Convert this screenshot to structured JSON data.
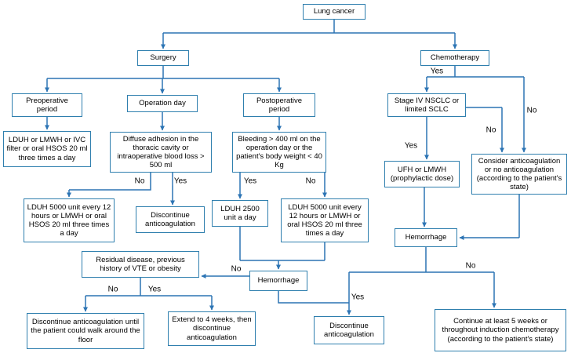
{
  "labels": {
    "yes": "Yes",
    "no": "No"
  },
  "nodes": {
    "lung_cancer": "Lung cancer",
    "surgery": "Surgery",
    "chemotherapy": "Chemotherapy",
    "preoperative": "Preoperative period",
    "operation_day": "Operation day",
    "postoperative": "Postoperative period",
    "stage_iv": "Stage IV NSCLC or limited SCLC",
    "preop_treatment": "LDUH or LMWH or IVC filter or oral HSOS 20 ml three times a day",
    "diffuse_adhesion": "Diffuse adhesion in the thoracic cavity or intraoperative blood loss > 500 ml",
    "bleeding": "Bleeding > 400 ml on the operation day or the patient's body weight < 40 Kg",
    "ufh_lmwh": "UFH or LMWH (prophylactic dose)",
    "consider_anticoag": "Consider anticoagulation or no anticoagulation (according to the patient's state)",
    "lduh_5000_surgery": "LDUH 5000 unit every 12 hours or LMWH or oral HSOS 20 ml three times a day",
    "discontinue_surgery": "Discontinue anticoagulation",
    "lduh_2500": "LDUH 2500 unit a day",
    "lduh_5000_postop": "LDUH 5000 unit every 12 hours or LMWH or oral HSOS 20 ml three times a day",
    "hemorrhage_chemo": "Hemorrhage",
    "residual_disease": "Residual disease, previous history of VTE or obesity",
    "hemorrhage_postop": "Hemorrhage",
    "discontinue_walk": "Discontinue anticoagulation until the patient could walk around the floor",
    "extend_4_weeks": "Extend to 4 weeks, then discontinue anticoagulation",
    "discontinue_final": "Discontinue anticoagulation",
    "continue_5_weeks": "Continue at least 5 weeks or throughout induction chemotherapy (according to the patient's state)"
  },
  "edges": [
    {
      "from": "lung_cancer",
      "to": "surgery"
    },
    {
      "from": "lung_cancer",
      "to": "chemotherapy"
    },
    {
      "from": "surgery",
      "to": "preoperative"
    },
    {
      "from": "surgery",
      "to": "operation_day"
    },
    {
      "from": "surgery",
      "to": "postoperative"
    },
    {
      "from": "preoperative",
      "to": "preop_treatment"
    },
    {
      "from": "operation_day",
      "to": "diffuse_adhesion"
    },
    {
      "from": "postoperative",
      "to": "bleeding"
    },
    {
      "from": "diffuse_adhesion",
      "to": "lduh_5000_surgery",
      "label": "No"
    },
    {
      "from": "diffuse_adhesion",
      "to": "discontinue_surgery",
      "label": "Yes"
    },
    {
      "from": "bleeding",
      "to": "lduh_2500",
      "label": "Yes"
    },
    {
      "from": "bleeding",
      "to": "lduh_5000_postop",
      "label": "No"
    },
    {
      "from": "lduh_2500",
      "to": "hemorrhage_postop"
    },
    {
      "from": "lduh_5000_postop",
      "to": "hemorrhage_postop"
    },
    {
      "from": "hemorrhage_postop",
      "to": "residual_disease",
      "label": "No"
    },
    {
      "from": "hemorrhage_postop",
      "to": "discontinue_final",
      "label": "Yes"
    },
    {
      "from": "residual_disease",
      "to": "discontinue_walk",
      "label": "No"
    },
    {
      "from": "residual_disease",
      "to": "extend_4_weeks",
      "label": "Yes"
    },
    {
      "from": "chemotherapy",
      "to": "stage_iv",
      "label": "Yes"
    },
    {
      "from": "chemotherapy",
      "to": "consider_anticoag",
      "label": "No"
    },
    {
      "from": "stage_iv",
      "to": "ufh_lmwh",
      "label": "Yes"
    },
    {
      "from": "stage_iv",
      "to": "consider_anticoag",
      "label": "No"
    },
    {
      "from": "ufh_lmwh",
      "to": "hemorrhage_chemo"
    },
    {
      "from": "consider_anticoag",
      "to": "hemorrhage_chemo"
    },
    {
      "from": "hemorrhage_chemo",
      "to": "discontinue_final",
      "label": "Yes"
    },
    {
      "from": "hemorrhage_chemo",
      "to": "continue_5_weeks",
      "label": "No"
    }
  ]
}
